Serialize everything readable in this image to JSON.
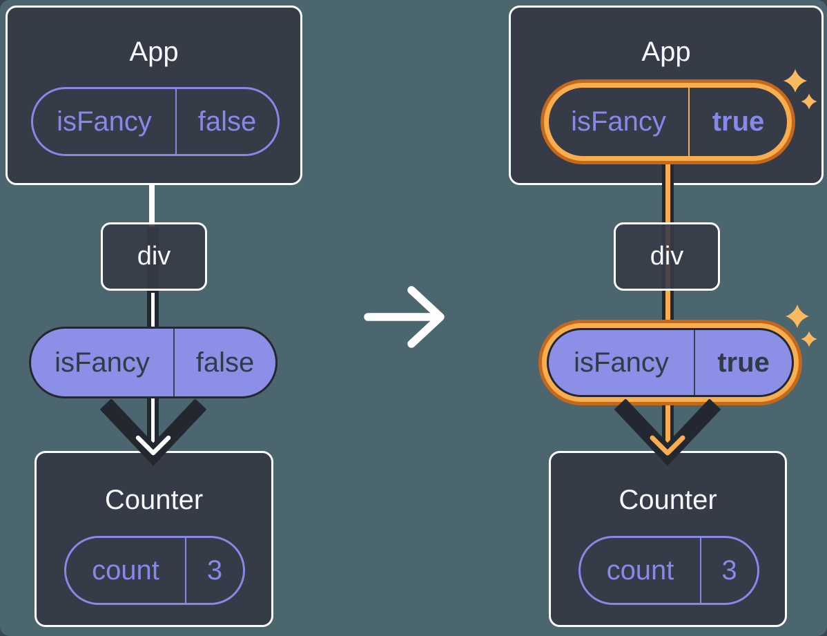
{
  "palette": {
    "background": "#4C6670",
    "node_fill": "#353B47",
    "node_border": "#FFFFFF",
    "purple": "#8789E8",
    "purple_fill": "#8B8FE6",
    "dark": "#23272F",
    "dark_text": "#333A47",
    "orange_outer": "#C4691B",
    "orange_inner": "#F8AD4F",
    "sparkle": "#F9B95E",
    "white_line": "#FDFDFD"
  },
  "left_tree": {
    "app": {
      "title": "App",
      "prop": {
        "name": "isFancy",
        "value": "false"
      }
    },
    "div_node": {
      "title": "div"
    },
    "passed_prop": {
      "name": "isFancy",
      "value": "false"
    },
    "counter": {
      "title": "Counter",
      "state": {
        "name": "count",
        "value": "3"
      }
    }
  },
  "right_tree": {
    "app": {
      "title": "App",
      "prop": {
        "name": "isFancy",
        "value": "true"
      }
    },
    "div_node": {
      "title": "div"
    },
    "passed_prop": {
      "name": "isFancy",
      "value": "true"
    },
    "counter": {
      "title": "Counter",
      "state": {
        "name": "count",
        "value": "3"
      }
    }
  }
}
